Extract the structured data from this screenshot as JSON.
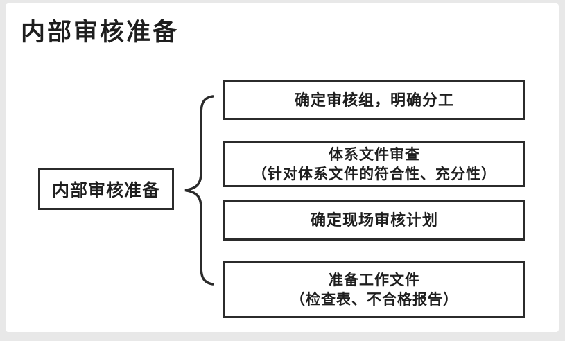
{
  "page": {
    "background_color": "#e8e8e8",
    "panel_color": "#ffffff",
    "border_color": "#2b2b2b",
    "text_color": "#1e1e1e"
  },
  "title": "内部审核准备",
  "diagram": {
    "root": {
      "label": "内部审核准备"
    },
    "connector": "left-curly-brace",
    "branches": {
      "0": {
        "line1": "确定审核组，明确分工",
        "line2": ""
      },
      "1": {
        "line1": "体系文件审查",
        "line2": "（针对体系文件的符合性、充分性）"
      },
      "2": {
        "line1": "确定现场审核计划",
        "line2": ""
      },
      "3": {
        "line1": "准备工作文件",
        "line2": "（检查表、不合格报告）"
      }
    }
  }
}
